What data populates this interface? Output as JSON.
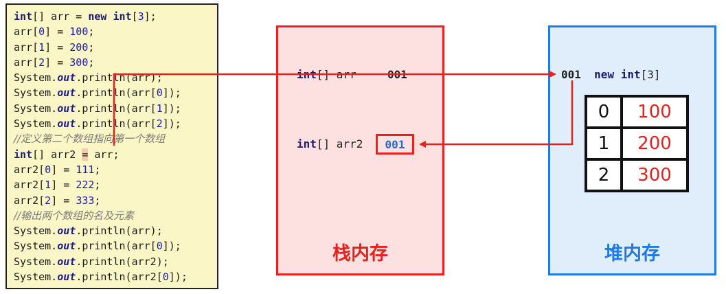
{
  "code": {
    "line1": {
      "kw1": "int",
      "p1": "[] arr = ",
      "kw2": "new",
      "p2": " ",
      "kw3": "int",
      "p3": "[",
      "n": "3",
      "p4": "];"
    },
    "line2": {
      "p1": "arr[",
      "i": "0",
      "p2": "] = ",
      "v": "100",
      "p3": ";"
    },
    "line3": {
      "p1": "arr[",
      "i": "1",
      "p2": "] = ",
      "v": "200",
      "p3": ";"
    },
    "line4": {
      "p1": "arr[",
      "i": "2",
      "p2": "] = ",
      "v": "300",
      "p3": ";"
    },
    "line5": {
      "p1": "System.",
      "f": "out",
      "p2": ".println(arr);"
    },
    "line6": {
      "p1": "System.",
      "f": "out",
      "p2": ".println(arr[",
      "i": "0",
      "p3": "]);"
    },
    "line7": {
      "p1": "System.",
      "f": "out",
      "p2": ".println(arr[",
      "i": "1",
      "p3": "]);"
    },
    "line8": {
      "p1": "System.",
      "f": "out",
      "p2": ".println(arr[",
      "i": "2",
      "p3": "]);"
    },
    "line9": {
      "c": "//定义第二个数组指向第一个数组"
    },
    "line10": {
      "kw": "int",
      "p1": "[] arr2 ",
      "hl": "=",
      "p2": " arr;"
    },
    "line11": {
      "p1": "arr2[",
      "i": "0",
      "p2": "] = ",
      "v": "111",
      "p3": ";"
    },
    "line12": {
      "p1": "arr2[",
      "i": "1",
      "p2": "] = ",
      "v": "222",
      "p3": ";"
    },
    "line13": {
      "p1": "arr2[",
      "i": "2",
      "p2": "] = ",
      "v": "333",
      "p3": ";"
    },
    "line14": {
      "c": "//输出两个数组的名及元素"
    },
    "line15": {
      "p1": "System.",
      "f": "out",
      "p2": ".println(arr);"
    },
    "line16": {
      "p1": "System.",
      "f": "out",
      "p2": ".println(arr[",
      "i": "0",
      "p3": "]);"
    },
    "line17": {
      "p1": "System.",
      "f": "out",
      "p2": ".println(arr2);"
    },
    "line18": {
      "p1": "System.",
      "f": "out",
      "p2": ".println(arr2[",
      "i": "0",
      "p3": "]);"
    }
  },
  "stack": {
    "title": "栈内存",
    "var1": {
      "kw": "int",
      "rest": "[] arr",
      "addr": "001"
    },
    "var2": {
      "kw": "int",
      "rest": "[] arr2",
      "addr": "001"
    }
  },
  "heap": {
    "title": "堆内存",
    "addr": "001",
    "kw1": "new",
    "kw2": "int",
    "rest": "[3]",
    "array": [
      {
        "index": "0",
        "value": "100"
      },
      {
        "index": "1",
        "value": "200"
      },
      {
        "index": "2",
        "value": "300"
      }
    ]
  },
  "colors": {
    "stack_accent": "#e8211e",
    "heap_accent": "#1e7be4",
    "code_bg": "#fbf6c6"
  }
}
